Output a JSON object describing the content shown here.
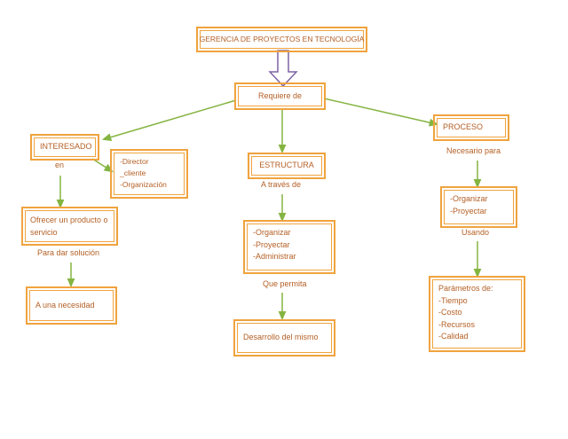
{
  "title": "GERENCIA DE PROYECTOS EN TECNOLOGÍA",
  "requiere": {
    "label": "Requiere de"
  },
  "interesado": {
    "label": "INTERESADO",
    "en_label": "en",
    "stakeholders": [
      "-Director",
      "_cliente",
      "-Organización"
    ],
    "ofrecer": "Ofrecer un producto o servicio",
    "para_dar": "Para dar solución",
    "necesidad": "A una necesidad"
  },
  "estructura": {
    "label": "ESTRUCTURA",
    "a_traves": "A través de",
    "acciones": [
      "-Organizar",
      "-Proyectar",
      "-Administrar"
    ],
    "que_permita": "Que permita",
    "desarrollo": "Desarrollo del mismo"
  },
  "proceso": {
    "label": "PROCESO",
    "necesario": "Necesario para",
    "acciones": [
      "-Organizar",
      "-Proyectar"
    ],
    "usando": "Usando",
    "parametros": [
      "Parámetros de:",
      "-Tiempo",
      "-Costo",
      "-Recursos",
      "-Calidad"
    ]
  },
  "colors": {
    "box_border": "#F0A33E",
    "text_color": "#B45F25",
    "arrow_color": "#84B441",
    "block_arrow": "#7D64A5"
  }
}
